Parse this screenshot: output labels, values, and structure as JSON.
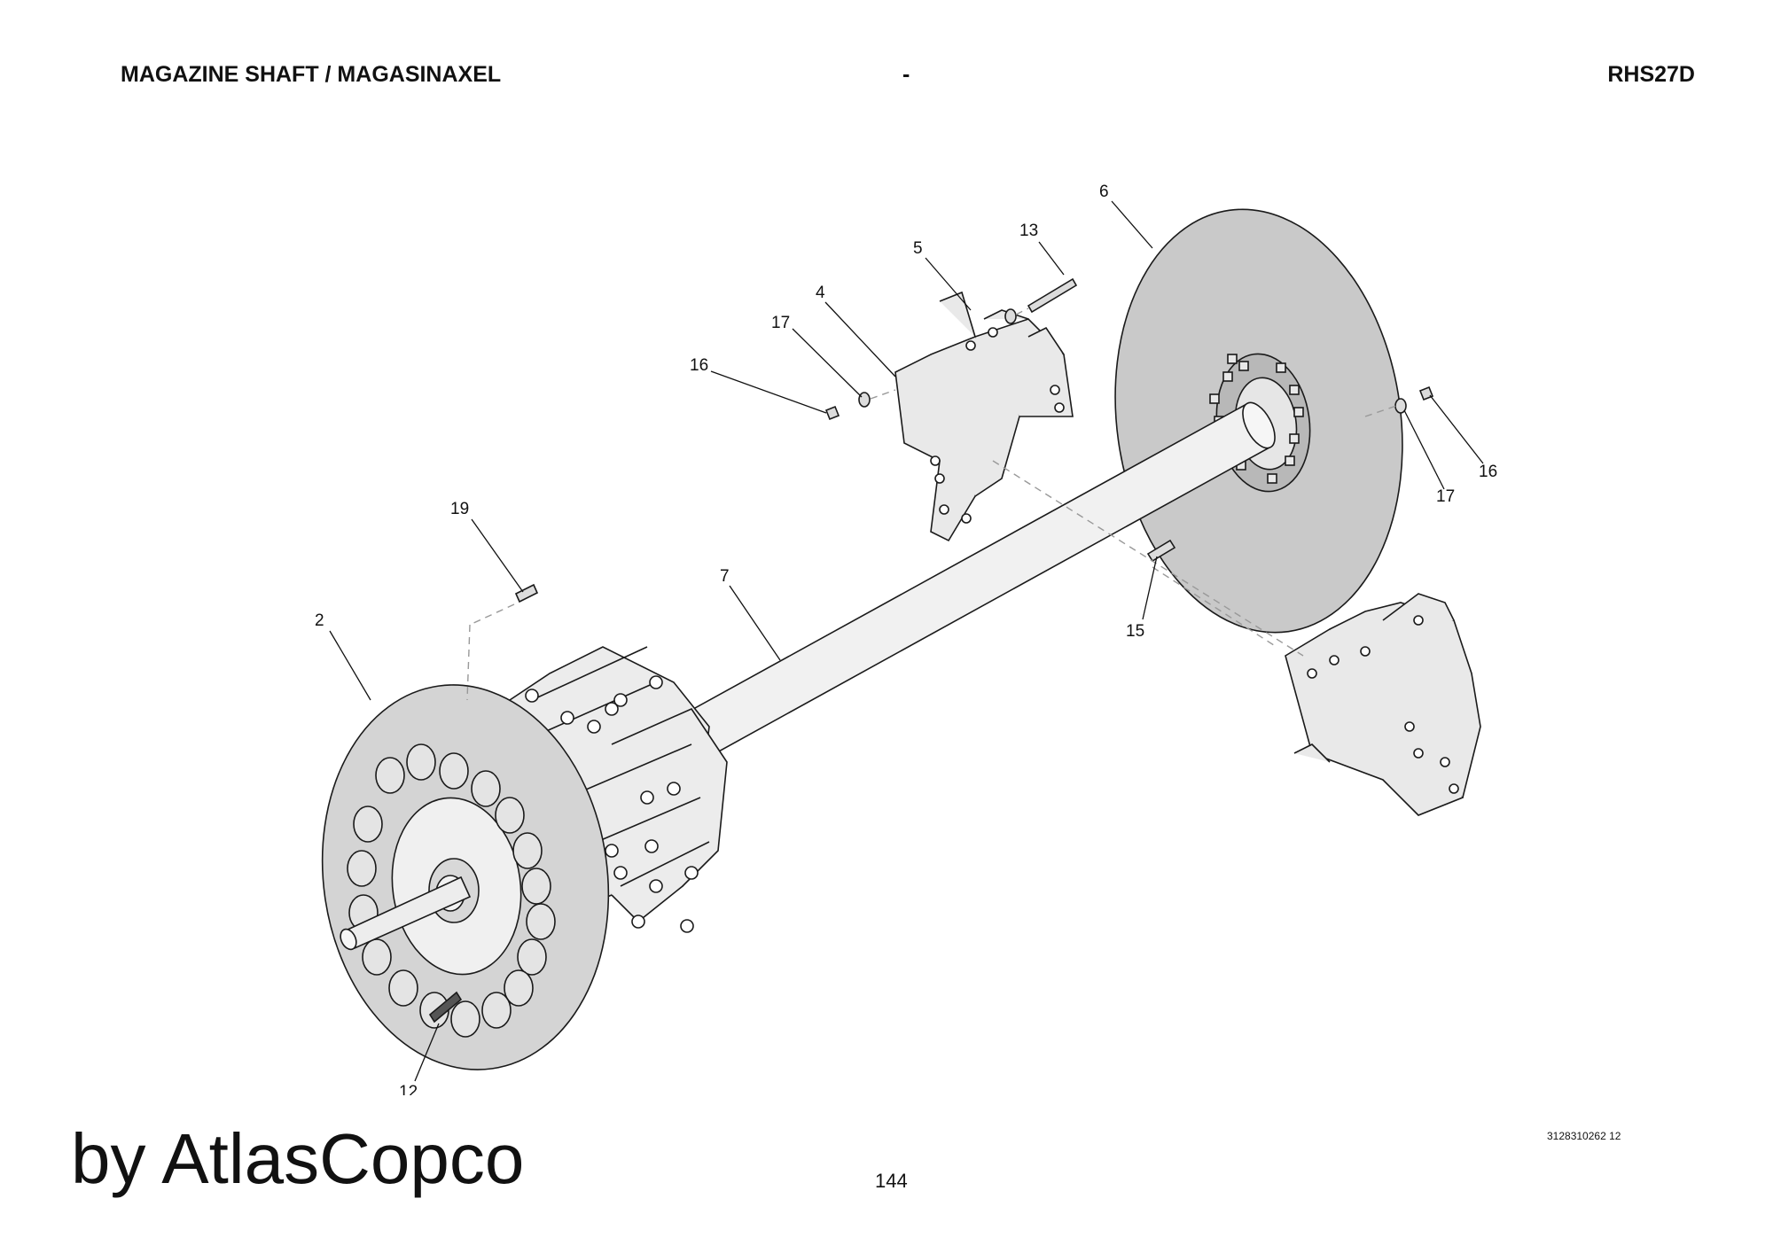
{
  "header": {
    "title": "MAGAZINE SHAFT / MAGASINAXEL",
    "separator": "-",
    "model": "RHS27D"
  },
  "callouts": [
    "2",
    "4",
    "5",
    "6",
    "7",
    "12",
    "13",
    "15",
    "16",
    "17",
    "17",
    "16",
    "19"
  ],
  "footer": {
    "brand": "by AtlasCopco",
    "page_number": "144",
    "doc_number": "3128310262 12"
  }
}
